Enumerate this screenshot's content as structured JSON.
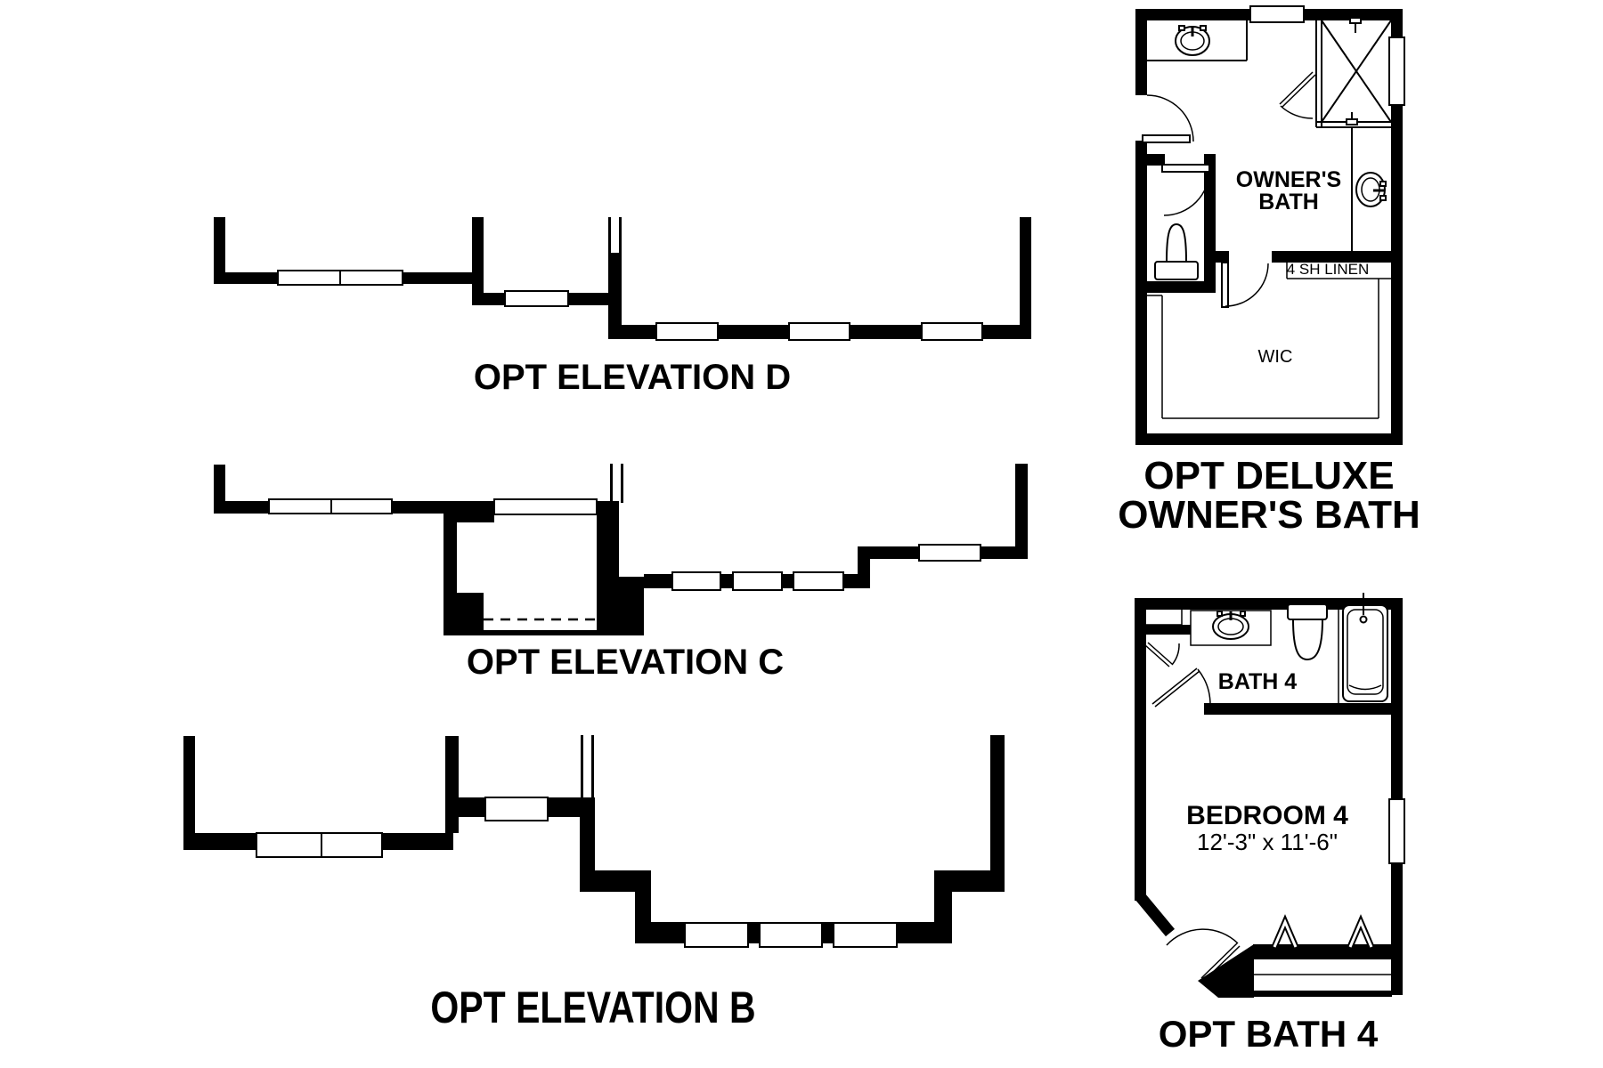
{
  "colors": {
    "background": "#ffffff",
    "line": "#000000"
  },
  "elevations": [
    {
      "label": "OPT ELEVATION D"
    },
    {
      "label": "OPT ELEVATION C"
    },
    {
      "label": "OPT ELEVATION B"
    }
  ],
  "owners_bath": {
    "title_line1": "OPT DELUXE",
    "title_line2": "OWNER'S BATH",
    "room_line1": "OWNER'S",
    "room_line2": "BATH",
    "linen_label": "4 SH LINEN",
    "wic_label": "WIC"
  },
  "bath4": {
    "title": "OPT BATH 4",
    "room_label": "BATH 4",
    "bedroom_label": "BEDROOM 4",
    "bedroom_dims": "12'-3\" x 11'-6\""
  }
}
